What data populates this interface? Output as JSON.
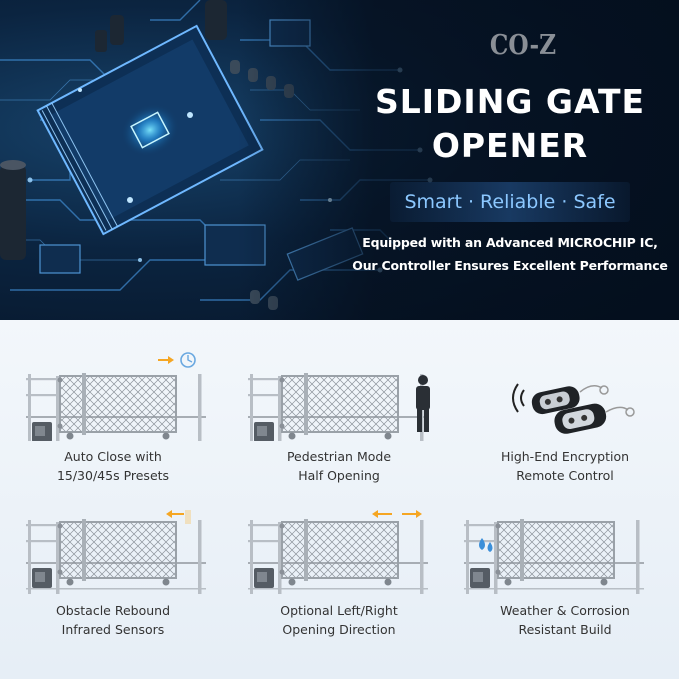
{
  "brand": {
    "logo_text": "CO-Z"
  },
  "hero": {
    "title_line1": "SLIDING GATE",
    "title_line2": "OPENER",
    "tagline": "Smart · Reliable · Safe",
    "description_line1": "Equipped with an Advanced MICROCHIP IC,",
    "description_line2": "Our Controller Ensures Excellent Performance"
  },
  "features": [
    {
      "line1": "Auto Close with",
      "line2": "15/30/45s Presets",
      "icon": "clock-icon"
    },
    {
      "line1": "Pedestrian Mode",
      "line2": "Half Opening",
      "icon": "person-icon"
    },
    {
      "line1": "High-End Encryption",
      "line2": "Remote Control",
      "icon": "remote-control-icon"
    },
    {
      "line1": "Obstacle Rebound",
      "line2": "Infrared Sensors",
      "icon": "arrow-left-icon"
    },
    {
      "line1": "Optional Left/Right",
      "line2": "Opening Direction",
      "icon": "arrows-left-right-icon"
    },
    {
      "line1": "Weather & Corrosion",
      "line2": "Resistant Build",
      "icon": "water-drop-icon"
    }
  ],
  "colors": {
    "accent_blue": "#8cc8ff",
    "arrow_orange": "#f5a623",
    "hero_dark": "#061426",
    "panel_bg": "#eef3f8"
  }
}
